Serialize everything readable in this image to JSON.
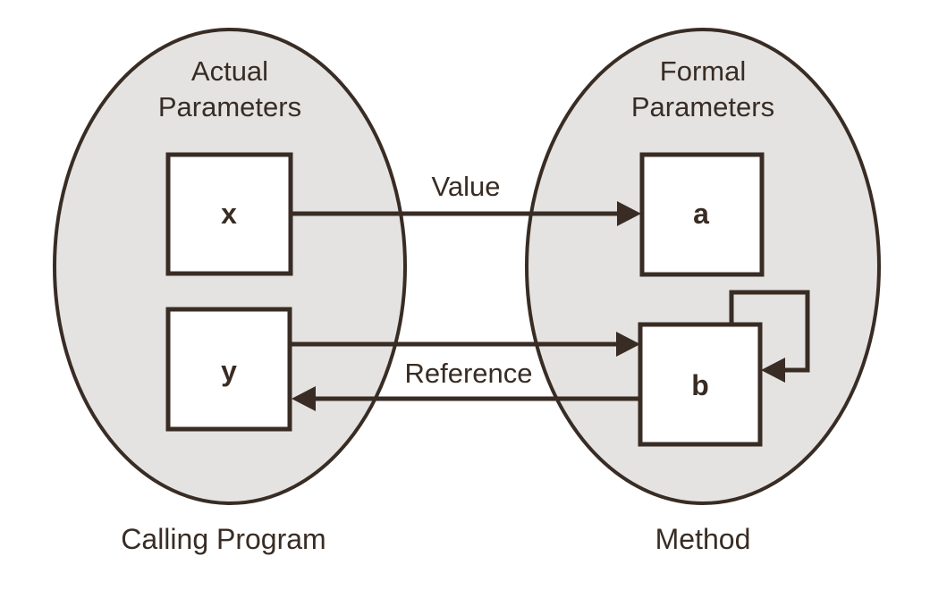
{
  "colors": {
    "ink": "#382c24",
    "region-fill": "#e4e3e1",
    "box-fill": "#ffffff",
    "page-bg": "#ffffff"
  },
  "diagram": {
    "left": {
      "title_line1": "Actual",
      "title_line2": "Parameters",
      "caption": "Calling Program",
      "box_top": "x",
      "box_bottom": "y"
    },
    "right": {
      "title_line1": "Formal",
      "title_line2": "Parameters",
      "caption": "Method",
      "box_top": "a",
      "box_bottom": "b"
    },
    "arrows": {
      "value_label": "Value",
      "reference_label": "Reference"
    }
  }
}
